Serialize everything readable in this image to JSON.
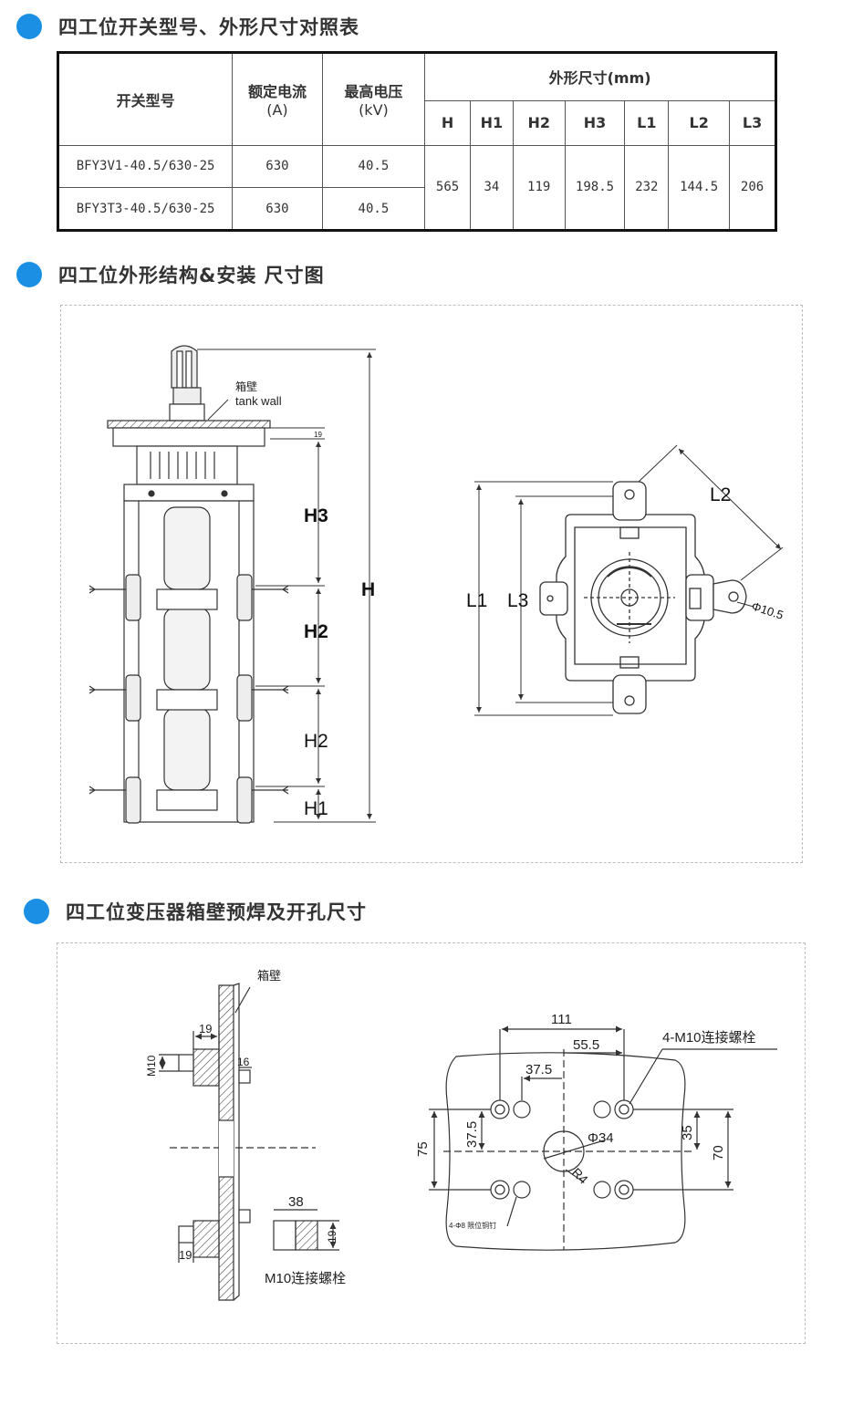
{
  "sections": {
    "s1_title": "四工位开关型号、外形尺寸对照表",
    "s2_title": "四工位外形结构&安装 尺寸图",
    "s3_title": "四工位变压器箱壁预焊及开孔尺寸"
  },
  "table": {
    "col_model": "开关型号",
    "col_current": "额定电流",
    "col_current_unit": "(A)",
    "col_voltage": "最高电压",
    "col_voltage_unit": "(kV)",
    "col_dims": "外形尺寸(mm)",
    "dim_headers": [
      "H",
      "H1",
      "H2",
      "H3",
      "L1",
      "L2",
      "L3"
    ],
    "rows": [
      {
        "model": "BFY3V1-40.5/630-25",
        "current": "630",
        "voltage": "40.5"
      },
      {
        "model": "BFY3T3-40.5/630-25",
        "current": "630",
        "voltage": "40.5"
      }
    ],
    "dim_values": [
      "565",
      "34",
      "119",
      "198.5",
      "232",
      "144.5",
      "206"
    ]
  },
  "diagram2": {
    "tank_wall_cn": "箱壁",
    "tank_wall_en": "tank wall",
    "dim_19": "19",
    "label_H3": "H3",
    "label_H2a": "H2",
    "label_H2b": "H2",
    "label_H1": "H1",
    "label_H": "H",
    "label_L1": "L1",
    "label_L3": "L3",
    "label_L2": "L2",
    "label_phi": "Φ10.5"
  },
  "diagram3": {
    "wall_label": "箱壁",
    "dim_19a": "19",
    "dim_m10": "M10",
    "dim_16": "16",
    "dim_19b": "19",
    "dim_38": "38",
    "dim_19c": "19",
    "bolt_label": "M10连接螺栓",
    "dim_111": "111",
    "dim_55_5": "55.5",
    "dim_37_5_top": "37.5",
    "dim_37_5_side": "37.5",
    "dim_75": "75",
    "dim_35": "35",
    "dim_70": "70",
    "dim_phi34": "Φ34",
    "dim_r4": "R4",
    "bolts_label": "4-M10连接螺栓",
    "pins_label": "4-Φ8 限位铜钉"
  }
}
